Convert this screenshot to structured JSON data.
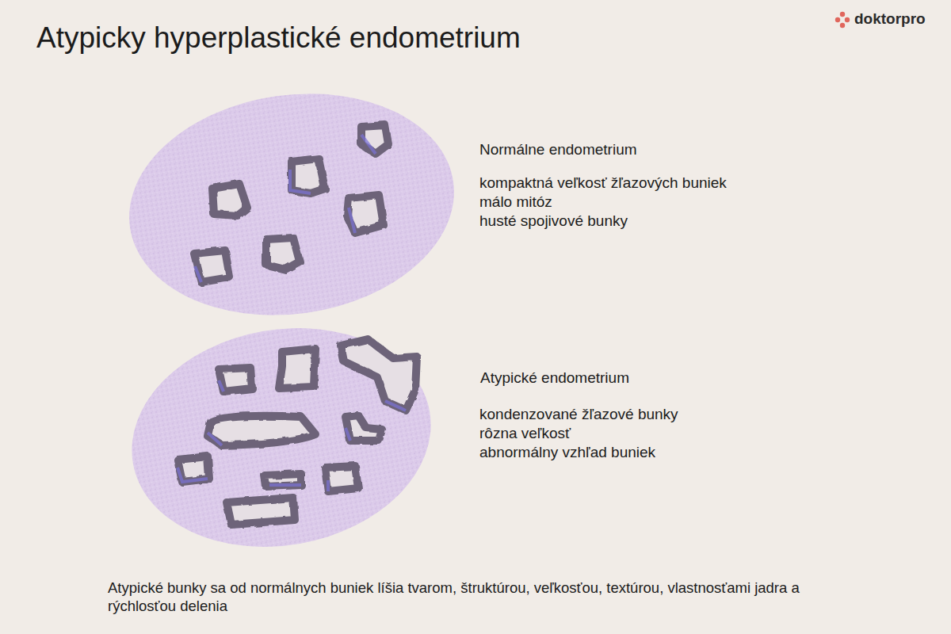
{
  "diagram": {
    "title": "Atypicky hyperplastické endometrium",
    "caption": "Atypické bunky sa od normálnych buniek líšia tvarom, štruktúrou, veľkosťou, textúrou, vlastnosťami jadra a rýchlosťou delenia",
    "labels": [
      "doktorpro",
      "Normálne endometrium",
      "kompaktná veľkosť žľazových buniek",
      "málo mitóz",
      "husté spojivové bunky",
      "Atypické endometrium",
      "kondenzované žľazové bunky",
      "rôzna veľkosť",
      "abnormálny vzhľad buniek"
    ]
  }
}
